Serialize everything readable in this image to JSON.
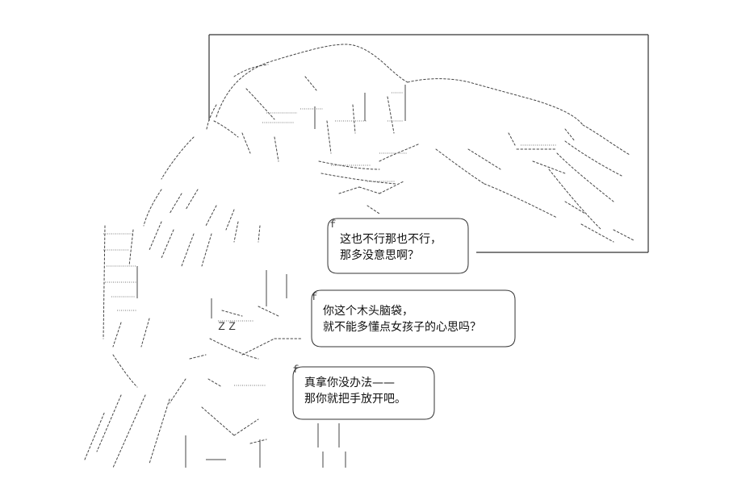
{
  "dialogue": [
    {
      "lines": [
        "这也不行那也不行，",
        "那多没意思啊？"
      ]
    },
    {
      "lines": [
        "你这个木头脑袋，",
        "就不能多懂点女孩子的心思吗？"
      ]
    },
    {
      "lines": [
        "真拿你没办法——",
        "那你就把手放开吧。"
      ]
    }
  ],
  "ascii_marks": {
    "zz": "ＺＺ",
    "f1": "ｆ",
    "f2": "ｆ",
    "f3": "ｆ"
  }
}
